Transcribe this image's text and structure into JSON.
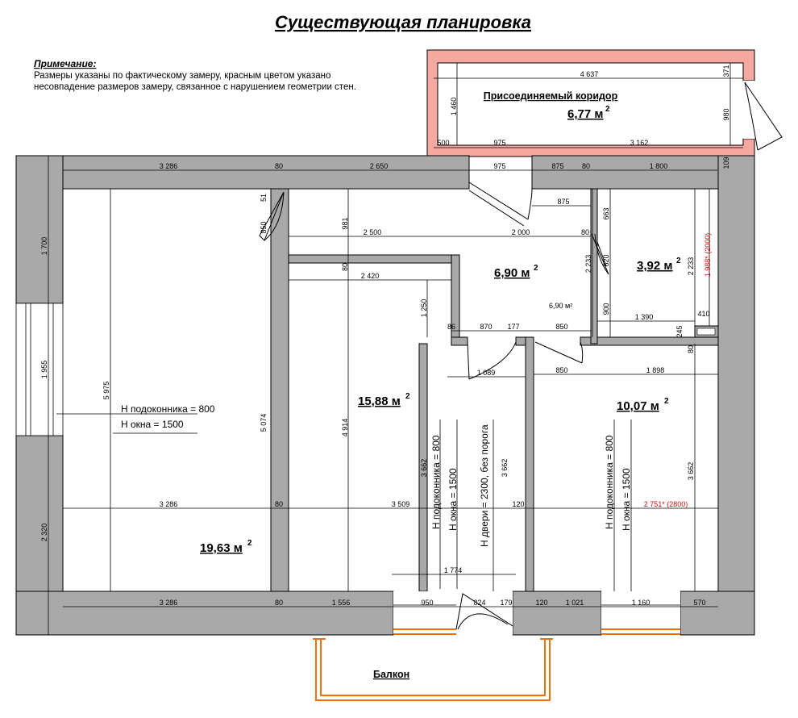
{
  "title": "Существующая планировка",
  "note": {
    "heading": "Примечание:",
    "line1": " Размеры указаны по фактическому замеру, красным цветом указано",
    "line2": "несовпадение размеров замеру, связанное с нарушением геометрии стен."
  },
  "rooms": {
    "corridor_label": "Присоединяемый коридор",
    "corridor_area": "6,77 м",
    "hall_area": "6,90 м",
    "hall_area_small": "6,90 м²",
    "bath_area": "3,92 м",
    "mid_area": "15,88 м",
    "left_area": "19,63 м",
    "right_area": "10,07 м",
    "sup": "2",
    "balcony": "Балкон"
  },
  "labels": {
    "sill_800": "Н подоконника = 800",
    "window_1500": "Н окна = 1500",
    "door_2300": "Н двери = 2300, без порога"
  },
  "dims": {
    "d4637": "4 637",
    "d371": "371",
    "d1460": "1 460",
    "d980": "980",
    "d500": "500",
    "d975": "975",
    "d3162": "3 162",
    "d109": "109",
    "d3286": "3 286",
    "d80": "80",
    "d2650": "2 650",
    "d875": "875",
    "d1800": "1 800",
    "d51": "51",
    "d850": "850",
    "d981": "981",
    "d663": "663",
    "d2500": "2 500",
    "d2000": "2 000",
    "d620": "620",
    "d2233": "2 233",
    "red1988": "1 988* (2000)",
    "d1700": "1 700",
    "d2420": "2 420",
    "d1250": "1 250",
    "d900": "900",
    "d1390": "1 390",
    "d410": "410",
    "d245": "245",
    "d870": "870",
    "d177": "177",
    "d86": "86",
    "d1089": "1 089",
    "d1898": "1 898",
    "d1955": "1 955",
    "d5975": "5 975",
    "d5074": "5 074",
    "d4914": "4 914",
    "d3662": "3 662",
    "d2320": "2 320",
    "d3509": "3 509",
    "d120": "120",
    "red2751": "2 751* (2800)",
    "d1774": "1 774",
    "d1556": "1 556",
    "d950": "950",
    "d824": "824",
    "d179": "179",
    "d1021": "1 021",
    "d1160": "1 160",
    "d570": "570"
  },
  "colors": {
    "wall": "#a9a9a9",
    "corridor_wall": "#f4a8a0",
    "balcony_outline": "#f07010",
    "mismatch_text": "#d01010"
  }
}
